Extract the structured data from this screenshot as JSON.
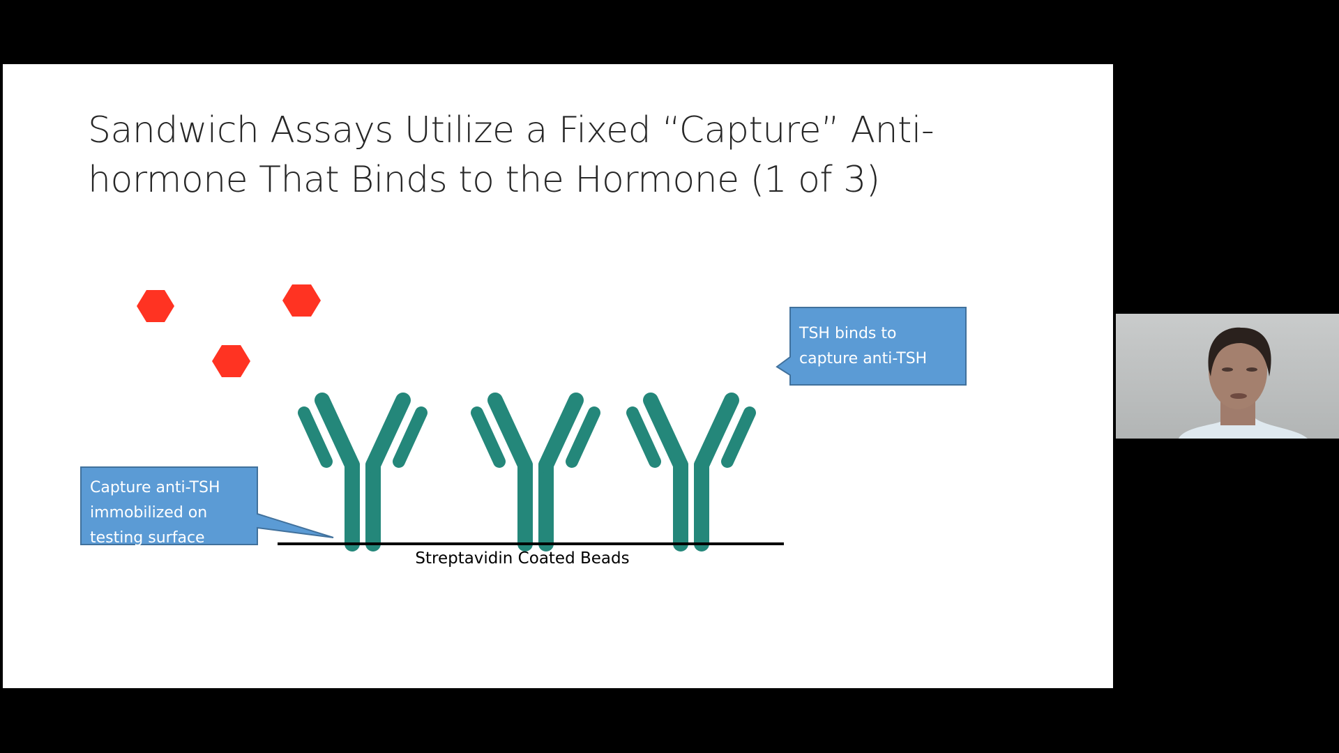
{
  "slide": {
    "title_line1": "Sandwich Assays Utilize a Fixed “Capture” Anti-",
    "title_line2": "hormone That Binds to the Hormone (1 of 3)",
    "callout_top": [
      "TSH binds to",
      "capture anti-TSH"
    ],
    "callout_left": [
      "Capture anti-TSH",
      "immobilized on",
      "testing surface"
    ],
    "surface_label": "Streptavidin Coated Beads",
    "colors": {
      "hormone": "#ff3322",
      "antibody": "#24877a",
      "callout": "#5b9bd5",
      "callout_border": "#41719c"
    }
  },
  "webcam": {
    "participant": "presenter-video"
  }
}
